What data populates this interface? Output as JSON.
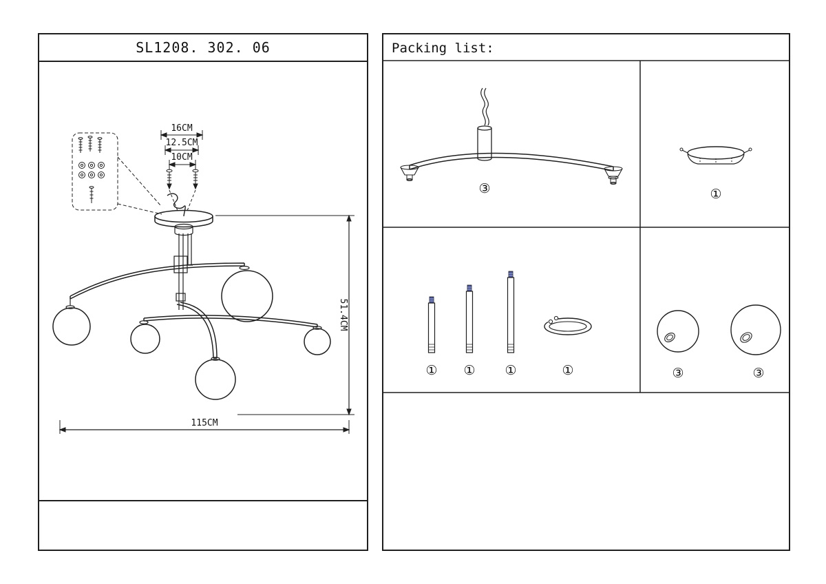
{
  "colors": {
    "line": "#1f1f1f",
    "background": "#ffffff",
    "rod_tip": "#46519b"
  },
  "left_panel": {
    "title": "SL1208. 302. 06",
    "dimensions": {
      "bracket_outer": "16CM",
      "bracket_middle": "12.5CM",
      "bracket_inner": "10CM",
      "height": "51.4CM",
      "width": "115CM"
    }
  },
  "right_panel": {
    "title": "Packing list:",
    "parts": {
      "curved_arm": {
        "qty": "③"
      },
      "canopy": {
        "qty": "①"
      },
      "rod_short": {
        "qty": "①"
      },
      "rod_medium": {
        "qty": "①"
      },
      "rod_long": {
        "qty": "①"
      },
      "ring": {
        "qty": "①"
      },
      "globe_small": {
        "qty": "③"
      },
      "globe_large": {
        "qty": "③"
      }
    }
  }
}
